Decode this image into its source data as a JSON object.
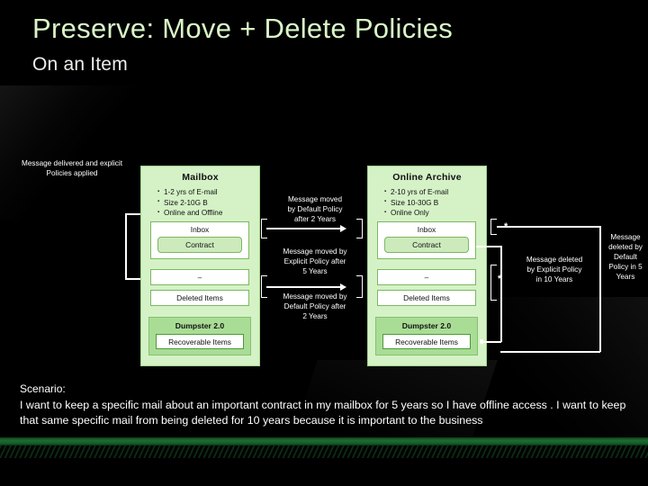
{
  "slide": {
    "title": "Preserve: Move + Delete Policies",
    "subtitle": "On an Item",
    "accent_green": "#d9f5c8",
    "panel_green": "#d4f2c6",
    "dumpster_green": "#a9dd96",
    "band_green": "#1c6b31",
    "background": "#000000"
  },
  "entry_note": "Message delivered and explicit Policies applied",
  "mailbox": {
    "title": "Mailbox",
    "bullets": [
      "1-2 yrs of E-mail",
      "Size 2-10G B",
      "Online and Offline"
    ],
    "inbox_label": "Inbox",
    "item_label": "Contract",
    "blank_label": "–",
    "deleted_label": "Deleted Items",
    "dumpster_title": "Dumpster 2.0",
    "dumpster_item": "Recoverable Items"
  },
  "archive": {
    "title": "Online Archive",
    "bullets": [
      "2-10 yrs of E-mail",
      "Size 10-30G B",
      "Online Only"
    ],
    "inbox_label": "Inbox",
    "item_label": "Contract",
    "blank_label": "–",
    "deleted_label": "Deleted Items",
    "dumpster_title": "Dumpster 2.0",
    "dumpster_item": "Recoverable Items"
  },
  "transitions": {
    "move_default_top": "Message moved\nby Default Policy\nafter 2 Years",
    "move_explicit": "Message moved by\nExplicit Policy after\n5 Years",
    "move_default_bottom": "Message moved by\nDefault Policy after\n2 Years",
    "delete_explicit": "Message deleted\nby Explicit Policy\nin 10 Years",
    "delete_default": "Message\ndeleted by\nDefault\nPolicy in 5\nYears"
  },
  "markers": {
    "asterisk": "*"
  },
  "scenario": {
    "label": "Scenario:",
    "text": "I want to keep a specific mail about an important contract in my mailbox for 5 years so I have offline access . I want to keep that same specific mail from being deleted for 10 years because it is important to the business"
  }
}
